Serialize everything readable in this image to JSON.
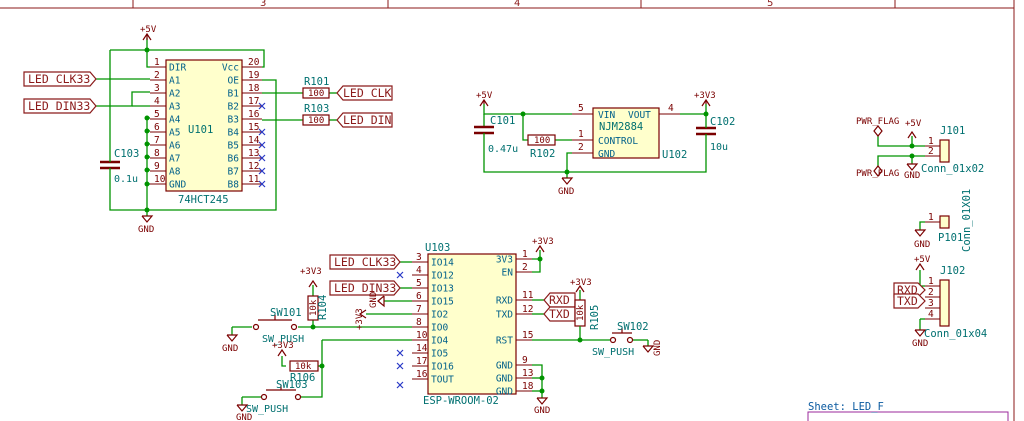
{
  "frame": {
    "zones": [
      "3",
      "4",
      "5"
    ]
  },
  "labels": {
    "led_clk33": "LED_CLK33",
    "led_din33": "LED_DIN33",
    "led_clk": "LED_CLK",
    "led_din": "LED_DIN",
    "rxd": "RXD",
    "txd": "TXD"
  },
  "power": {
    "p5v": "+5V",
    "p3v3": "+3V3",
    "gnd": "GND",
    "pwr_flag": "PWR_FLAG"
  },
  "u101": {
    "ref": "U101",
    "value": "74HCT245",
    "left_pins": [
      {
        "num": "1",
        "name": "DIR"
      },
      {
        "num": "2",
        "name": "A1"
      },
      {
        "num": "3",
        "name": "A2"
      },
      {
        "num": "4",
        "name": "A3"
      },
      {
        "num": "5",
        "name": "A4"
      },
      {
        "num": "6",
        "name": "A5"
      },
      {
        "num": "7",
        "name": "A6"
      },
      {
        "num": "8",
        "name": "A7"
      },
      {
        "num": "9",
        "name": "A8"
      },
      {
        "num": "10",
        "name": "GND"
      }
    ],
    "right_pins": [
      {
        "num": "20",
        "name": "Vcc"
      },
      {
        "num": "19",
        "name": "OE"
      },
      {
        "num": "18",
        "name": "B1"
      },
      {
        "num": "17",
        "name": "B2"
      },
      {
        "num": "16",
        "name": "B3"
      },
      {
        "num": "15",
        "name": "B4"
      },
      {
        "num": "14",
        "name": "B5"
      },
      {
        "num": "13",
        "name": "B6"
      },
      {
        "num": "12",
        "name": "B7"
      },
      {
        "num": "11",
        "name": "B8"
      }
    ]
  },
  "c103": {
    "ref": "C103",
    "value": "0.1u"
  },
  "r101": {
    "ref": "R101",
    "value": "100"
  },
  "r103": {
    "ref": "R103",
    "value": "100"
  },
  "u102": {
    "ref": "U102",
    "value": "NJM2884",
    "pins": [
      {
        "num": "5",
        "name": "VIN"
      },
      {
        "num": "4",
        "name": "VOUT"
      },
      {
        "num": "1",
        "name": "CONTROL"
      },
      {
        "num": "2",
        "name": "GND"
      }
    ]
  },
  "c101": {
    "ref": "C101",
    "value": "0.47u"
  },
  "r102": {
    "ref": "R102",
    "value": "100"
  },
  "c102": {
    "ref": "C102",
    "value": "10u"
  },
  "j101": {
    "ref": "J101",
    "value": "Conn_01x02",
    "pins": [
      "1",
      "2"
    ]
  },
  "p101": {
    "ref": "P101",
    "value": "Conn_01X01",
    "pins": [
      "1"
    ]
  },
  "j102": {
    "ref": "J102",
    "value": "Conn_01x04",
    "pins": [
      "1",
      "2",
      "3",
      "4"
    ]
  },
  "u103": {
    "ref": "U103",
    "value": "ESP-WROOM-02",
    "left_pins": [
      {
        "num": "3",
        "name": "IO14"
      },
      {
        "num": "4",
        "name": "IO12"
      },
      {
        "num": "5",
        "name": "IO13"
      },
      {
        "num": "6",
        "name": "IO15"
      },
      {
        "num": "7",
        "name": "IO2"
      },
      {
        "num": "8",
        "name": "IO0"
      },
      {
        "num": "10",
        "name": "IO4"
      },
      {
        "num": "14",
        "name": "IO5"
      },
      {
        "num": "17",
        "name": "IO16"
      },
      {
        "num": "16",
        "name": "TOUT"
      }
    ],
    "right_pins": [
      {
        "num": "1",
        "name": "3V3"
      },
      {
        "num": "2",
        "name": "EN"
      },
      {
        "num": "11",
        "name": "RXD"
      },
      {
        "num": "12",
        "name": "TXD"
      },
      {
        "num": "15",
        "name": "RST"
      },
      {
        "num": "9",
        "name": "GND"
      },
      {
        "num": "13",
        "name": "GND"
      },
      {
        "num": "18",
        "name": "GND"
      }
    ]
  },
  "r104": {
    "ref": "R104",
    "value": "10k"
  },
  "r105": {
    "ref": "R105",
    "value": "10k"
  },
  "r106": {
    "ref": "R106",
    "value": "10k"
  },
  "sw101": {
    "ref": "SW101",
    "value": "SW_PUSH"
  },
  "sw102": {
    "ref": "SW102",
    "value": "SW_PUSH"
  },
  "sw103": {
    "ref": "SW103",
    "value": "SW_PUSH"
  },
  "sheet": {
    "label": "Sheet: LED_F"
  }
}
